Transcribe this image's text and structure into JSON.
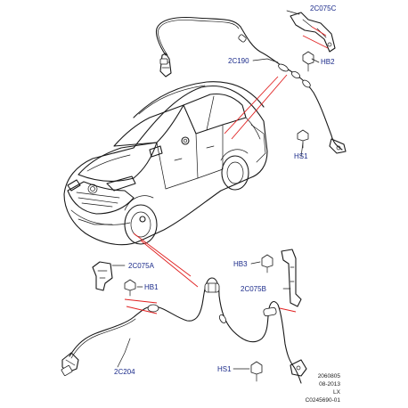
{
  "callouts": {
    "top_bracket": "2C075C",
    "top_harness": "2C190",
    "top_bolt": "HB2",
    "top_screw": "HS1",
    "lower_left_bracket": "2C075A",
    "lower_left_bolt": "HB1",
    "lower_right_bolt": "HB3",
    "lower_right_bracket": "2C075B",
    "lower_harness": "2C204",
    "lower_screw": "HS1"
  },
  "footer": {
    "line1": "2060805",
    "line2": "08-2013",
    "line3": "LX",
    "line4": "C0245690-01"
  },
  "colors": {
    "callout_text": "#1a2a8a",
    "leader_line": "#e02020",
    "drawing_line": "#1a1a1a"
  }
}
